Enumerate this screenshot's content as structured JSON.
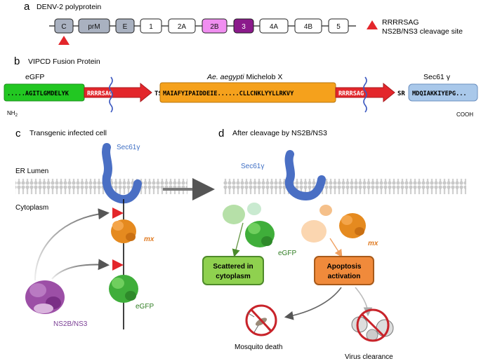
{
  "panel_a": {
    "letter": "a",
    "title": "DENV-2 polyprotein",
    "segments": [
      {
        "label": "C",
        "fill": "#a9b1c0"
      },
      {
        "label": "prM",
        "fill": "#a9b1c0"
      },
      {
        "label": "E",
        "fill": "#a9b1c0"
      },
      {
        "label": "1",
        "fill": "#ffffff"
      },
      {
        "label": "2A",
        "fill": "#ffffff"
      },
      {
        "label": "2B",
        "fill": "#f08ef0"
      },
      {
        "label": "3",
        "fill": "#8b1a8b"
      },
      {
        "label": "4A",
        "fill": "#ffffff"
      },
      {
        "label": "4B",
        "fill": "#ffffff"
      },
      {
        "label": "5",
        "fill": "#ffffff"
      }
    ],
    "legend_line1": "RRRRSAG",
    "legend_line2": "NS2B/NS3 cleavage site"
  },
  "panel_b": {
    "letter": "b",
    "title": "VIPCD Fusion Protein",
    "egfp_label": "eGFP",
    "egfp_seq": ".....AGITLGMDELYK",
    "site1": "RRRRSAG",
    "linker1": "TSSR",
    "mx_label_italic": "Ae. aegypti",
    "mx_label_rest": " Michelob X",
    "mx_seq": "MAIAFYIPAIDDEIE......CLLCNKLYYLLRKVY",
    "site2": "RRRRSAG",
    "linker2": "SR",
    "sec_label": "Sec61 γ",
    "sec_seq": "MDQIAKKIYEPG...",
    "nh2": "NH",
    "nh2_sub": "2",
    "cooh": "COOH"
  },
  "panel_c": {
    "letter": "c",
    "title": "Transgenic infected cell",
    "er_lumen": "ER Lumen",
    "cytoplasm": "Cytoplasm",
    "sec_label": "Sec61γ",
    "mx_label": "mx",
    "egfp_label": "eGFP",
    "protease_label": "NS2B/NS3"
  },
  "panel_d": {
    "letter": "d",
    "title": "After cleavage by NS2B/NS3",
    "sec_label": "Sec61γ",
    "egfp_label": "eGFP",
    "mx_label": "mx",
    "scattered_line1": "Scattered in",
    "scattered_line2": "cytoplasm",
    "apoptosis_line1": "Apoptosis",
    "apoptosis_line2": "activation",
    "mosquito_death": "Mosquito death",
    "virus_clearance": "Virus clearance"
  },
  "colors": {
    "egfp": "#22c722",
    "site_red": "#e3262b",
    "mx_orange": "#f5a11c",
    "sec_blue": "#a9c8ea",
    "protein_blue": "#4a6fc4",
    "protein_green": "#3fae3a",
    "protein_orange": "#e58a1f",
    "protein_purple": "#9c4fa6",
    "scattered_box": "#8fd14f",
    "apoptosis_box": "#f08a3b",
    "label_blue": "#3f6fc4",
    "label_purple": "#7b3f95",
    "label_orange": "#e07b22",
    "label_green": "#2f7d22"
  }
}
